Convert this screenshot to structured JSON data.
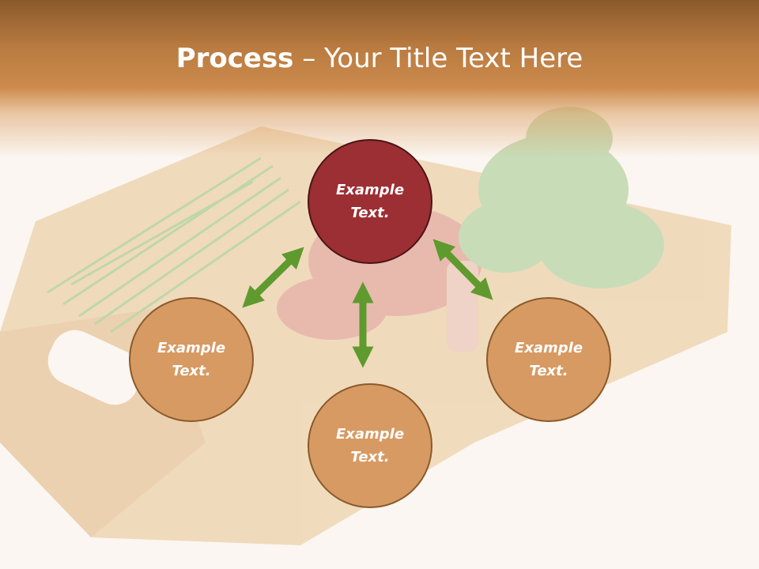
{
  "slide": {
    "title_bold": "Process",
    "title_rest": " – Your Title Text Here"
  },
  "nodes": {
    "center": {
      "line1": "Example",
      "line2": "Text."
    },
    "left": {
      "line1": "Example",
      "line2": "Text."
    },
    "bottom": {
      "line1": "Example",
      "line2": "Text."
    },
    "right": {
      "line1": "Example",
      "line2": "Text."
    }
  },
  "colors": {
    "header": "#c8884a",
    "main_circle": "#9c2f33",
    "sub_circle": "#d79a62",
    "arrow": "#5f9a2e"
  },
  "icons": [
    "double-headed-arrow"
  ]
}
